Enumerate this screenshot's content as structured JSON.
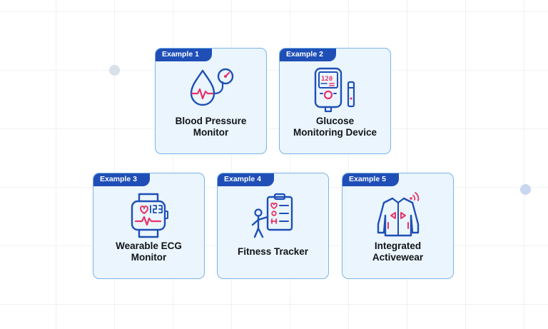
{
  "colors": {
    "primary": "#1f4fb6",
    "accent": "#e8336a",
    "card_bg": "#eaf5fd",
    "card_border": "#7ab4ec"
  },
  "examples": [
    {
      "tag": "Example 1",
      "title": "Blood Pressure\nMonitor",
      "icon": "blood-pressure-icon"
    },
    {
      "tag": "Example 2",
      "title": "Glucose\nMonitoring Device",
      "icon": "glucose-meter-icon"
    },
    {
      "tag": "Example 3",
      "title": "Wearable ECG\nMonitor",
      "icon": "ecg-watch-icon"
    },
    {
      "tag": "Example 4",
      "title": "Fitness Tracker",
      "icon": "fitness-tracker-icon"
    },
    {
      "tag": "Example 5",
      "title": "Integrated\nActivewear",
      "icon": "smart-jacket-icon"
    }
  ],
  "glucose_display": "120"
}
